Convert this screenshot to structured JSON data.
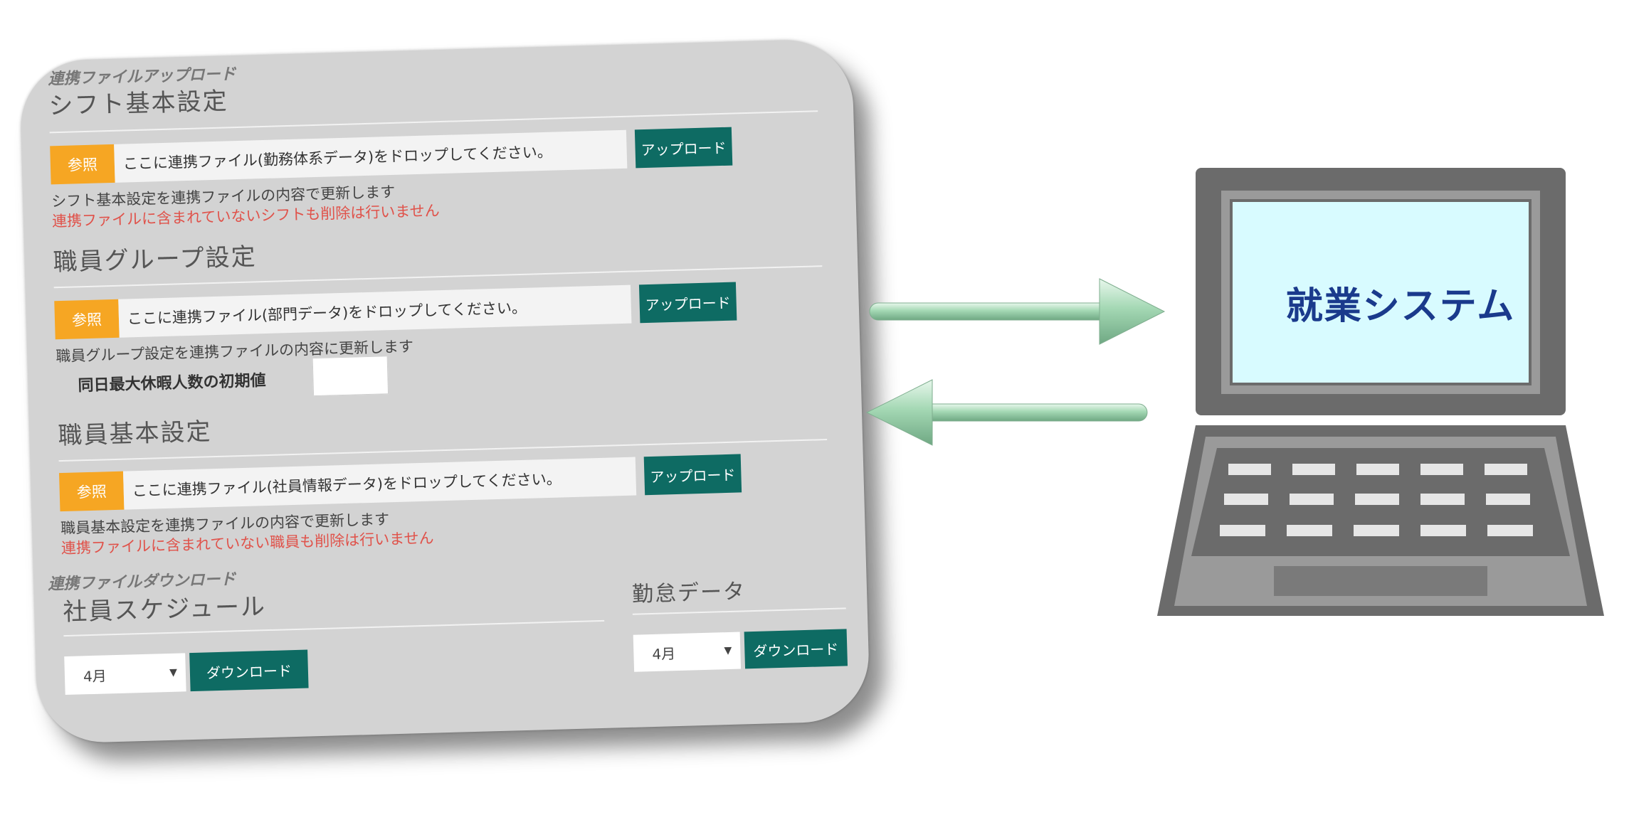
{
  "upload_section": {
    "title": "連携ファイルアップロード",
    "shift": {
      "heading": "シフト基本設定",
      "browse_label": "参照",
      "drop_text": "ここに連携ファイル(勤務体系データ)をドロップしてください。",
      "upload_label": "アップロード",
      "note": "シフト基本設定を連携ファイルの内容で更新します",
      "warning": "連携ファイルに含まれていないシフトも削除は行いません"
    },
    "group": {
      "heading": "職員グループ設定",
      "browse_label": "参照",
      "drop_text": "ここに連携ファイル(部門データ)をドロップしてください。",
      "upload_label": "アップロード",
      "note": "職員グループ設定を連携ファイルの内容に更新します",
      "field_label": "同日最大休暇人数の初期値",
      "field_value": ""
    },
    "staff": {
      "heading": "職員基本設定",
      "browse_label": "参照",
      "drop_text": "ここに連携ファイル(社員情報データ)をドロップしてください。",
      "upload_label": "アップロード",
      "note": "職員基本設定を連携ファイルの内容で更新します",
      "warning": "連携ファイルに含まれていない職員も削除は行いません"
    }
  },
  "download_section": {
    "title": "連携ファイルダウンロード",
    "schedule": {
      "heading": "社員スケジュール",
      "month": "4月",
      "download_label": "ダウンロード"
    },
    "attendance": {
      "heading": "勤怠データ",
      "month": "4月",
      "download_label": "ダウンロード"
    }
  },
  "system": {
    "screen_label": "就業システム"
  },
  "colors": {
    "browse": "#f6a623",
    "button": "#0e6b63",
    "warning": "#e0524a",
    "panel": "#d3d3d3",
    "screen": "#d8fbff",
    "arrow": "#9ed3b0"
  },
  "icons": {
    "laptop": "laptop-icon",
    "arrow_right": "arrow-right-icon",
    "arrow_left": "arrow-left-icon"
  }
}
